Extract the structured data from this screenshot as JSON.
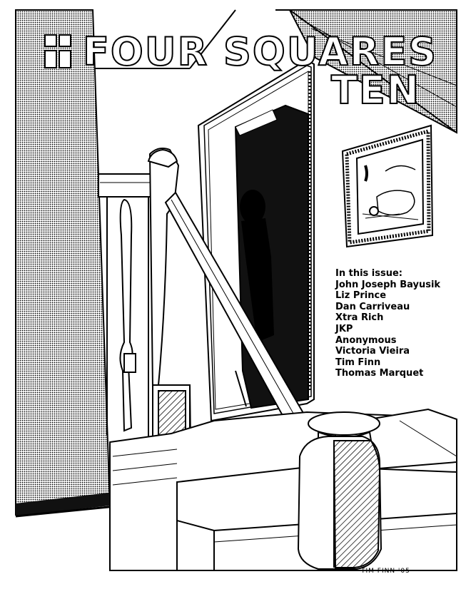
{
  "cover": {
    "title": "FOUR SQUARES",
    "subtitle": "TEN",
    "contents_heading": "In this issue:",
    "contributors": [
      "John Joseph Bayusik",
      "Liz Prince",
      "Dan Carriveau",
      "Xtra Rich",
      "JKP",
      "Anonymous",
      "Victoria Vieira",
      "Tim Finn",
      "Thomas Marquet"
    ],
    "signature": "TIM FINN '05"
  }
}
